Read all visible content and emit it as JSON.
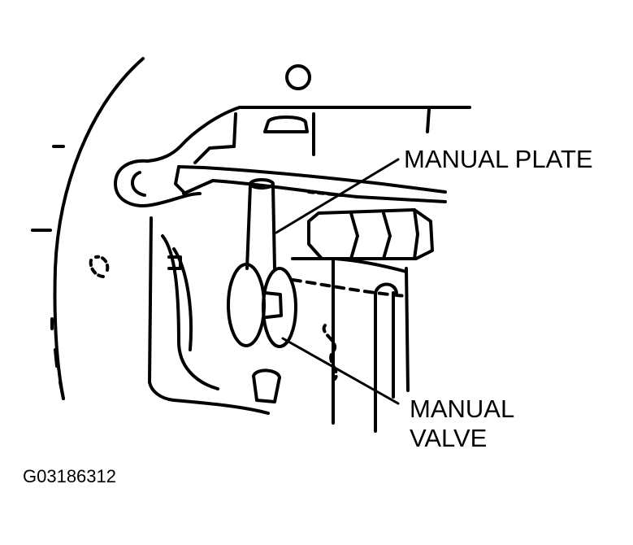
{
  "labels": {
    "manual_plate": "MANUAL PLATE",
    "manual_valve_line1": "MANUAL",
    "manual_valve_line2": "VALVE"
  },
  "figure_id": "G03186312",
  "colors": {
    "ink": "#000000",
    "paper": "#ffffff"
  }
}
